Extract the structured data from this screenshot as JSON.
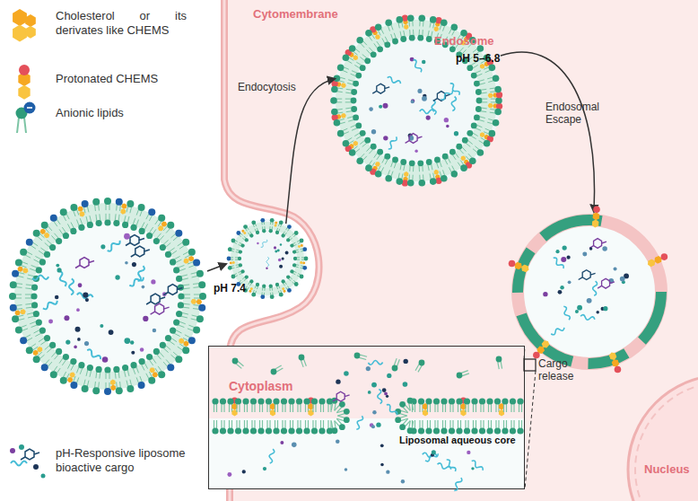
{
  "diagram": {
    "nodes": [
      {
        "text": [
          "Cytomembrane"
        ]
      },
      {
        "text": [
          "Endosome",
          "pH 5–6.8"
        ],
        "in": 0
      },
      {
        "text": [
          "pH 7.4"
        ]
      },
      {
        "text": [
          "Cytoplasm",
          "Liposomal aqueous core"
        ],
        "in": 0
      },
      {
        "text": [
          "Nucleus"
        ],
        "in": 0
      }
    ],
    "edges": [
      {
        "from": 2,
        "to": 1,
        "arrow": "to",
        "label": "Endocytosis"
      }
    ],
    "labels": [
      "Endosomal Escape",
      "Cargo release"
    ],
    "legend": [
      {
        "text": "Cholesterol or its derivates like CHEMS"
      },
      {
        "text": "Protonated CHEMS"
      },
      {
        "text": "Anionic lipids"
      },
      {
        "text": "pH-Responsive liposome bioactive cargo"
      }
    ]
  }
}
